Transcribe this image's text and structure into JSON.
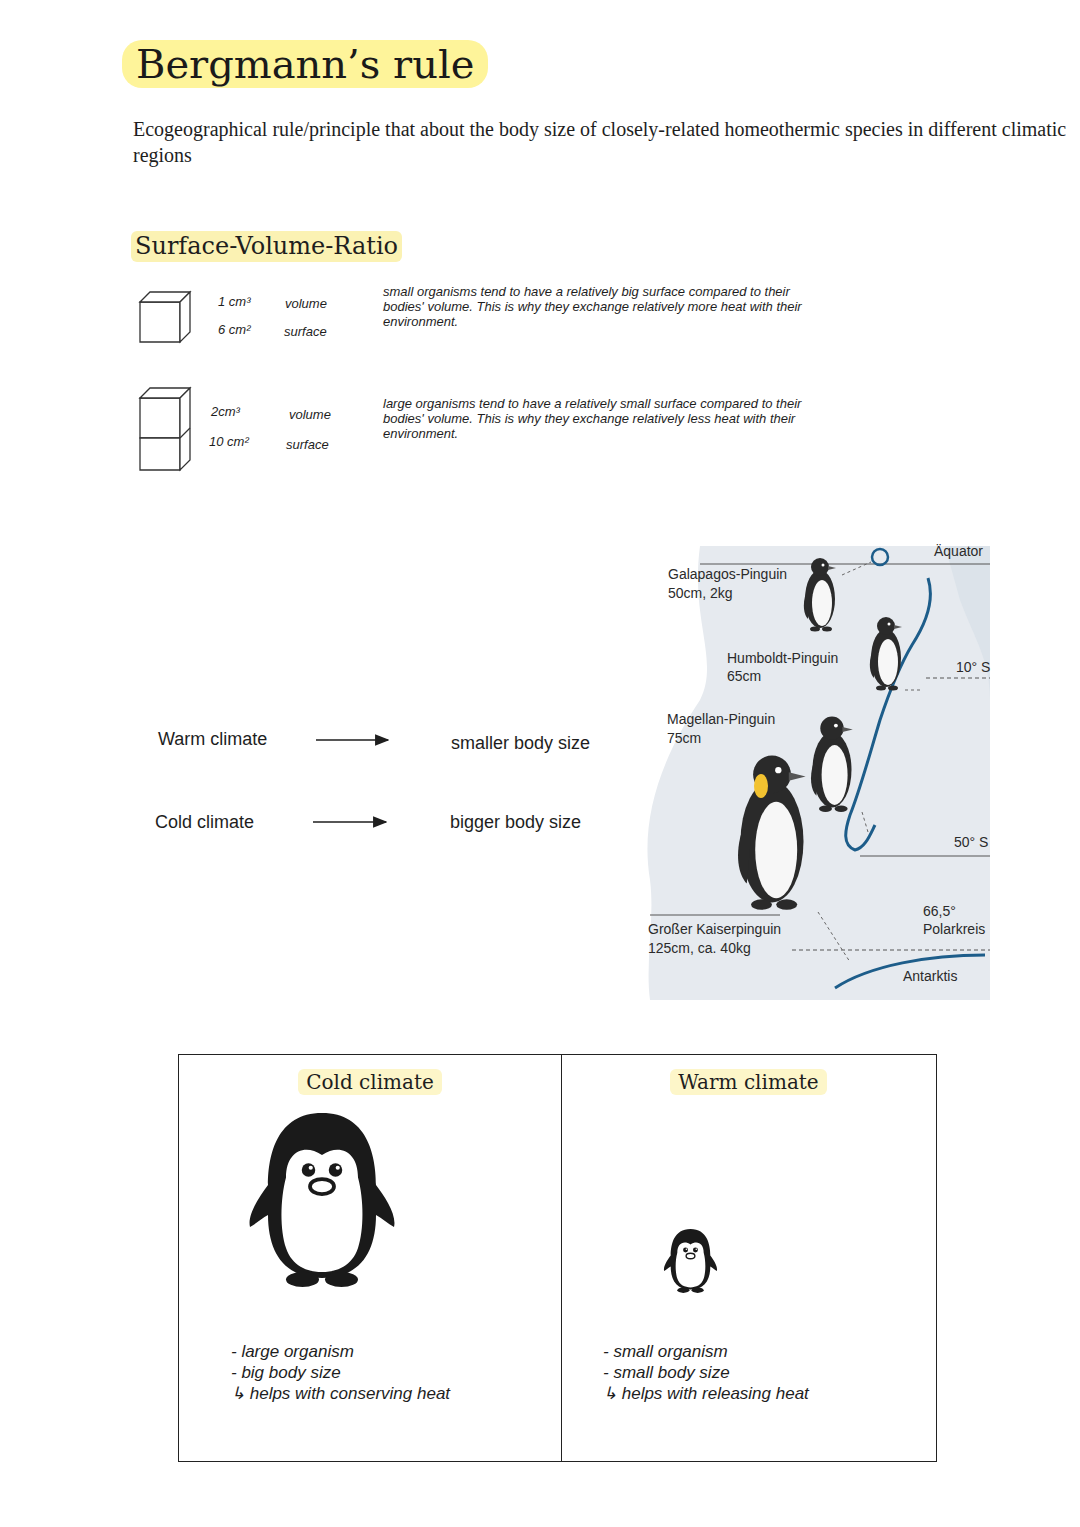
{
  "diagram": {
    "title": "Bergmann’s rule",
    "nodes": [
      {
        "text": [
          "Cold climate",
          "- large organism",
          "- big body size",
          "↳ helps with conserving heat"
        ]
      },
      {
        "text": [
          "Warm climate",
          "- small organism",
          "- small body size",
          "↳ helps with releasing heat"
        ]
      }
    ],
    "labels": [
      "Ecogeographical rule/principle that about the body size of closely-related homeothermic species in different climatic regions",
      "Surface-Volume-Ratio",
      "1 cm³",
      "volume",
      "6 cm²",
      "surface",
      "small organisms tend to have a relatively big surface compared to their bodies' volume. This is why they exchange relatively more heat with their environment.",
      "2cm³",
      "volume",
      "10 cm²",
      "surface",
      "large organisms tend to have a relatively small surface compared to their bodies' volume. This is why they exchange relatively less heat with their environment.",
      "Warm climate",
      "smaller body size",
      "Cold climate",
      "bigger body size",
      "Äquator",
      "Galapagos-Pinguin",
      "50cm, 2kg",
      "10° S",
      "Humboldt-Pinguin",
      "65cm",
      "Magellan-Pinguin",
      "75cm",
      "50° S",
      "66,5°",
      "Polarkreis",
      "Großer Kaiserpinguin",
      "125cm, ca. 40kg",
      "Antarktis"
    ]
  }
}
